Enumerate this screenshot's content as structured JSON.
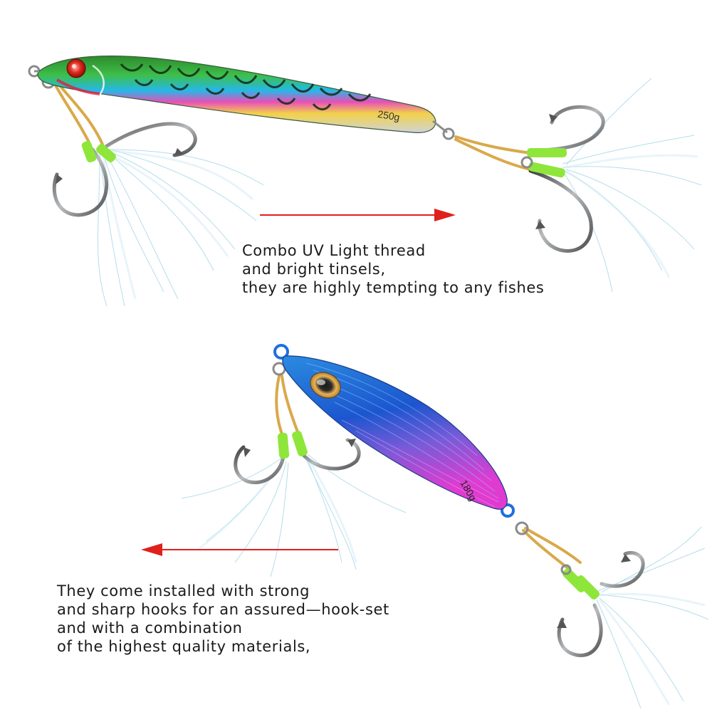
{
  "lure_top": {
    "weight_label": "250g",
    "caption_lines": [
      "Combo UV Light thread",
      "and bright tinsels,",
      "they are highly tempting to any fishes"
    ],
    "arrow_direction": "right"
  },
  "lure_bottom": {
    "weight_label": "180g",
    "caption_lines": [
      "They come installed with strong",
      "and sharp hooks for an assured—hook-set",
      "and with a combination",
      "of the highest quality materials,"
    ],
    "arrow_direction": "left"
  },
  "colors": {
    "arrow": "#e0201c",
    "sleeve": "#8ee63a",
    "cord": "#d9a94a",
    "top_lure_back": "#1f7a2a",
    "bottom_lure_back": "#1e5fd6",
    "bottom_lure_belly": "#d13bd6"
  }
}
